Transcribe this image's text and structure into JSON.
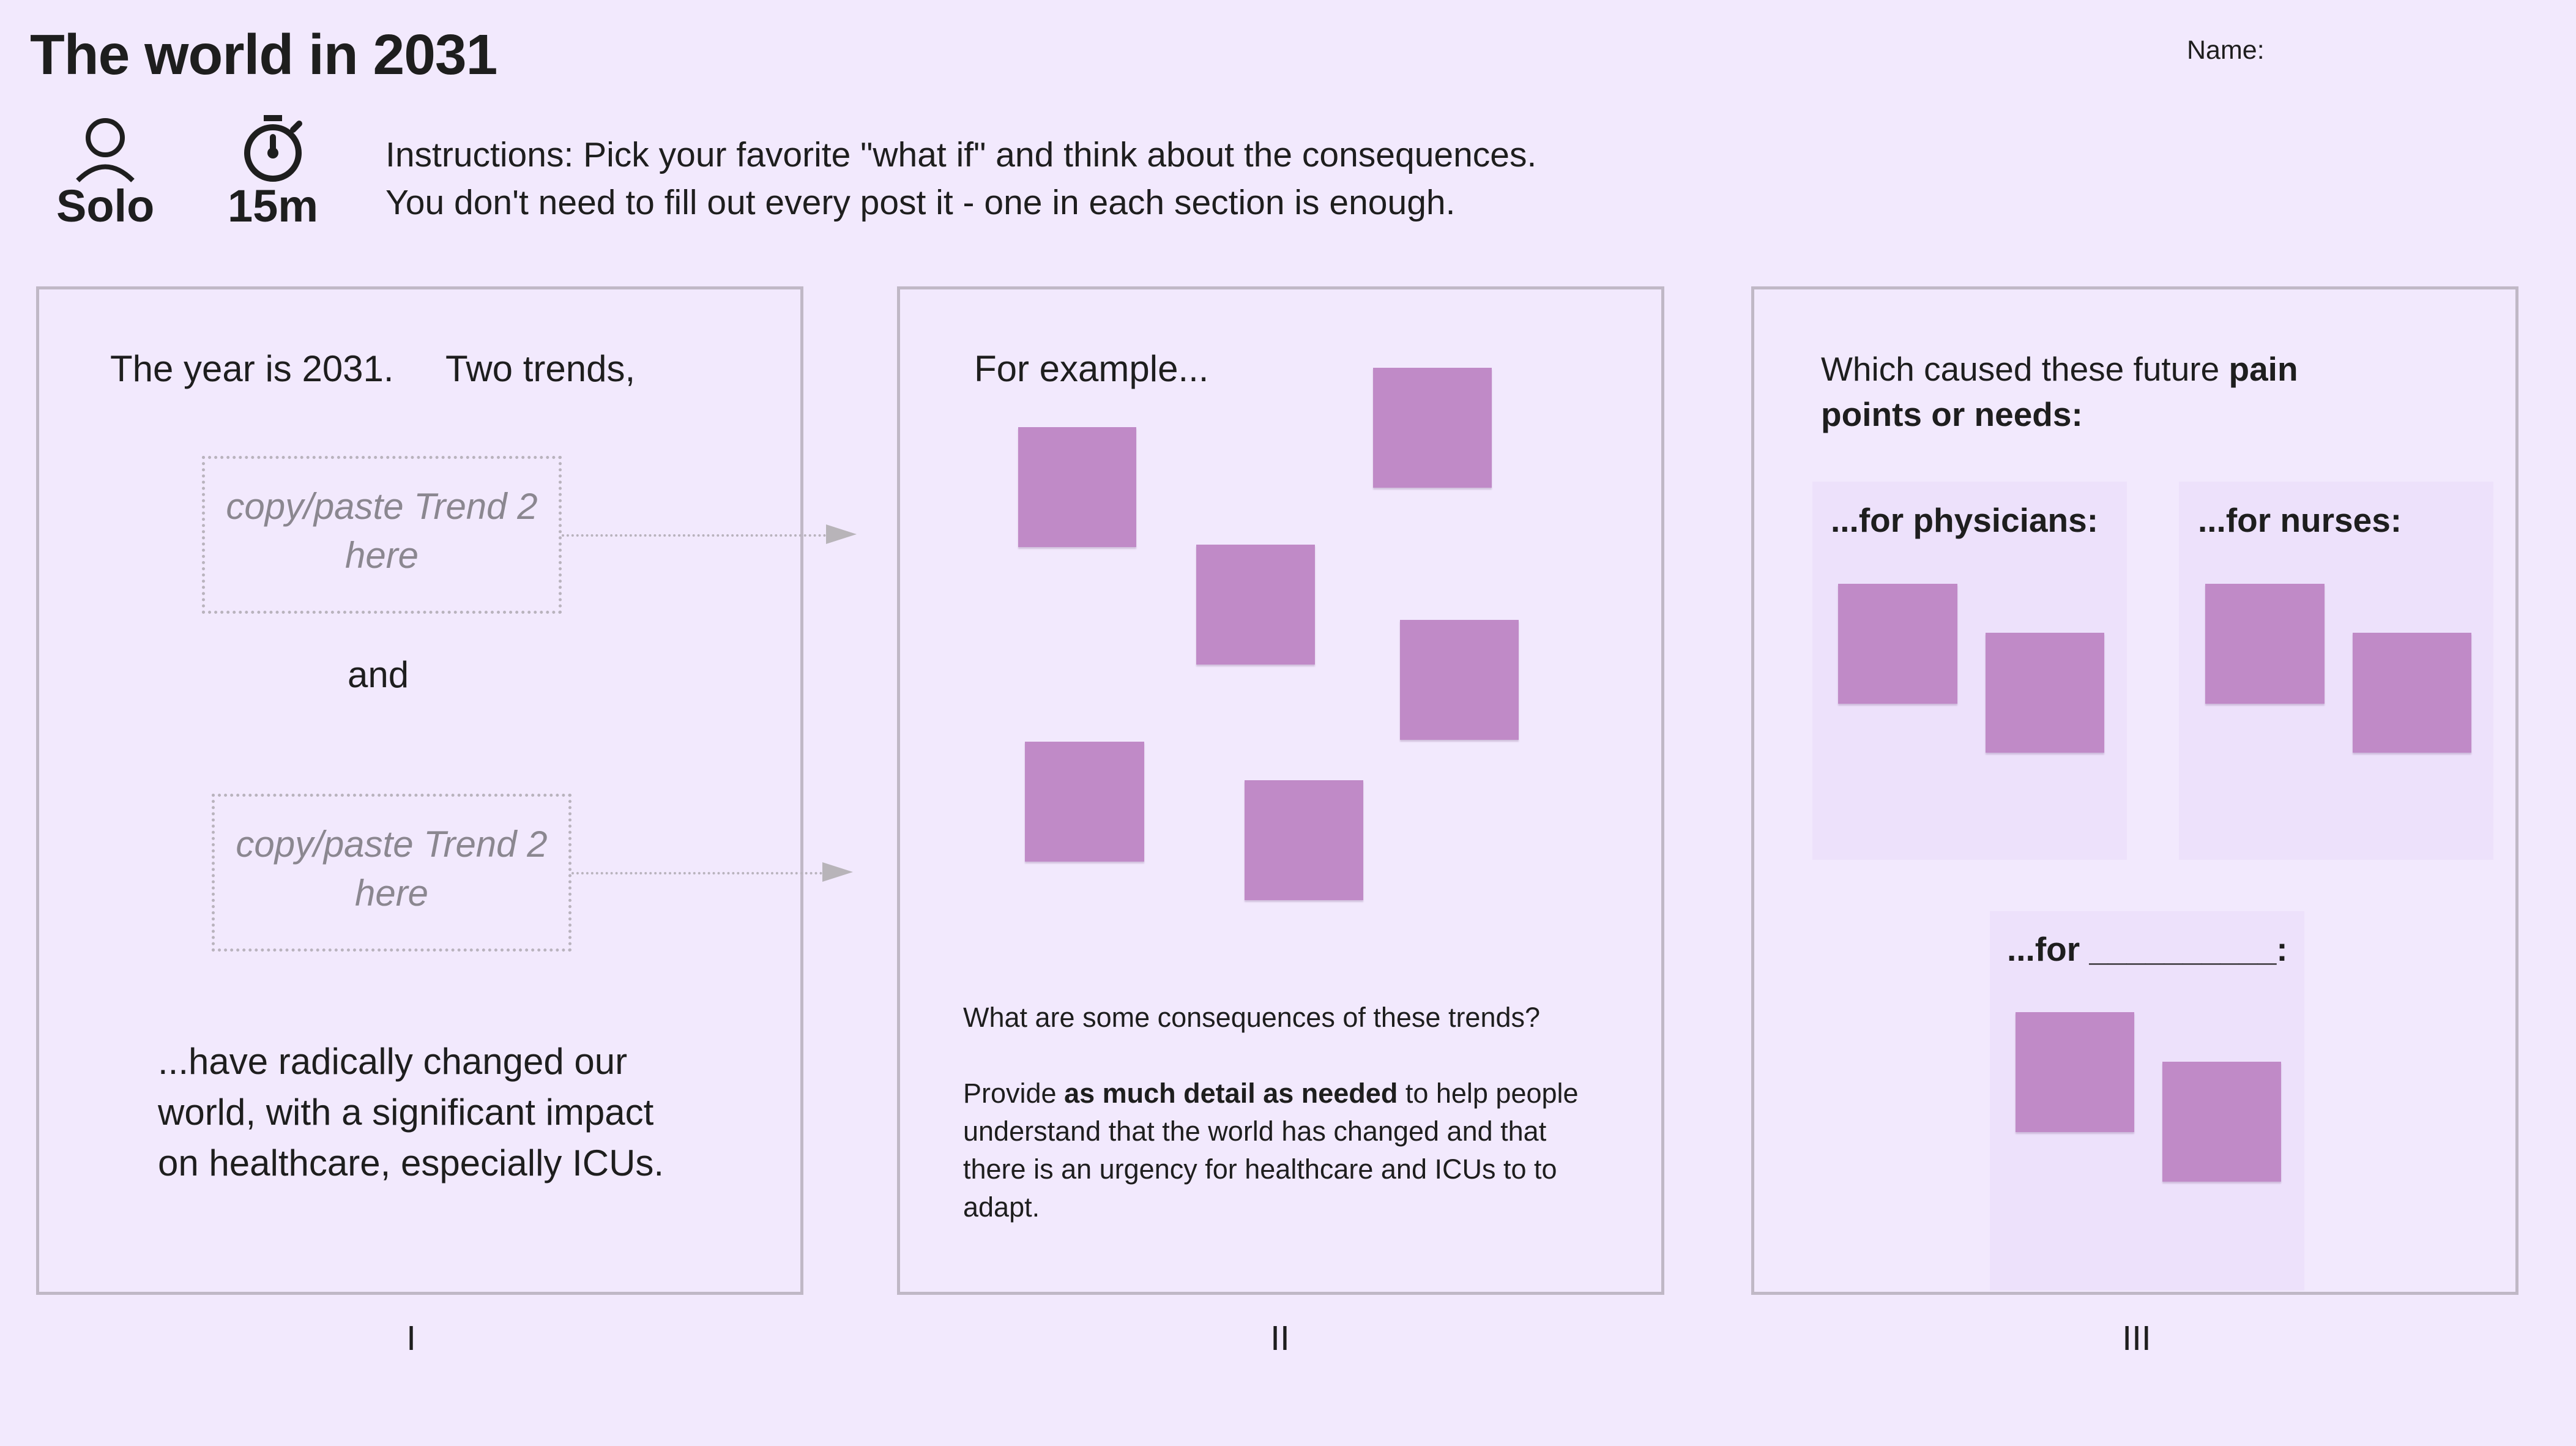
{
  "header": {
    "title": "The world in 2031",
    "name_label": "Name:",
    "mode": "Solo",
    "duration": "15m",
    "instructions_line1": "Instructions: Pick your favorite \"what if\" and think about the consequences.",
    "instructions_line2": "You don't need to fill out every post it - one in each section is enough."
  },
  "panel1": {
    "intro_a": "The year is 2031.",
    "intro_b": "Two trends,",
    "trend1_line1": "copy/paste Trend 2",
    "trend1_line2": "here",
    "connector": "and",
    "trend2_line1": "copy/paste Trend 2",
    "trend2_line2": "here",
    "closing_line1": "...have radically changed our",
    "closing_line2": "world, with a significant impact",
    "closing_line3": "on healthcare, especially ICUs.",
    "roman": "I"
  },
  "panel2": {
    "example_label": "For example...",
    "question": "What are some consequences of these trends?",
    "detail_prefix": "Provide ",
    "detail_bold": "as much detail as needed",
    "detail_suffix": " to help people",
    "detail_line2": "understand that the world has changed and that",
    "detail_line3": "there is an urgency for healthcare and ICUs to to",
    "detail_line4": "adapt.",
    "roman": "II"
  },
  "panel3": {
    "heading_prefix": "Which caused these future ",
    "heading_bold1": "pain",
    "heading_bold2": "points or needs:",
    "card_physicians": "...for physicians:",
    "card_nurses": "...for nurses:",
    "card_other": "...for __________:",
    "roman": "III"
  },
  "colors": {
    "background": "#f2e9fd",
    "sticky_note": "#c08ac7",
    "panel_border": "#c0b8c6",
    "subcard": "#ede1fb"
  },
  "icons": {
    "mode_icon": "person-icon",
    "duration_icon": "stopwatch-icon"
  }
}
